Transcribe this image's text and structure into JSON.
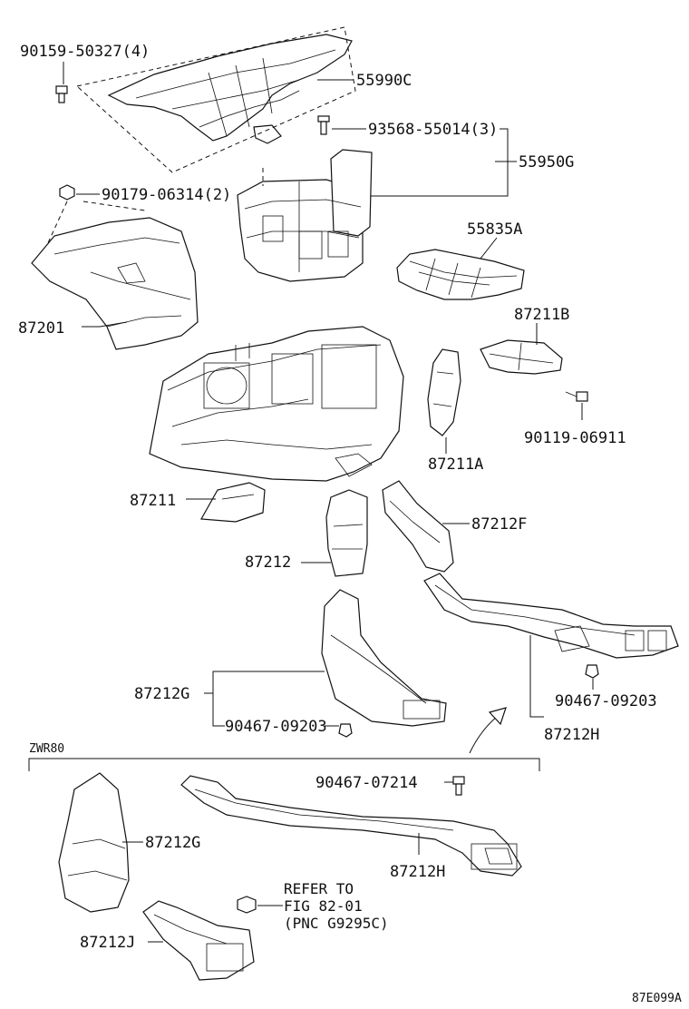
{
  "labels": {
    "p90159": "90159-50327(4)",
    "p55990c": "55990C",
    "p93568": "93568-55014(3)",
    "p55950g": "55950G",
    "p90179": "90179-06314(2)",
    "p55835a": "55835A",
    "p87201": "87201",
    "p87211b": "87211B",
    "p90119": "90119-06911",
    "p87211a": "87211A",
    "p87211": "87211",
    "p87212f": "87212F",
    "p87212": "87212",
    "p87212g": "87212G",
    "p90467a": "90467-09203",
    "p90467b": "90467-09203",
    "p87212h": "87212H",
    "zwr80": "ZWR80",
    "p90467c": "90467-07214",
    "p87212g2": "87212G",
    "p87212h2": "87212H",
    "refer1": "REFER TO",
    "refer2": "FIG 82-01",
    "refer3": "(PNC G9295C)",
    "p87212j": "87212J",
    "code": "87E099A"
  }
}
